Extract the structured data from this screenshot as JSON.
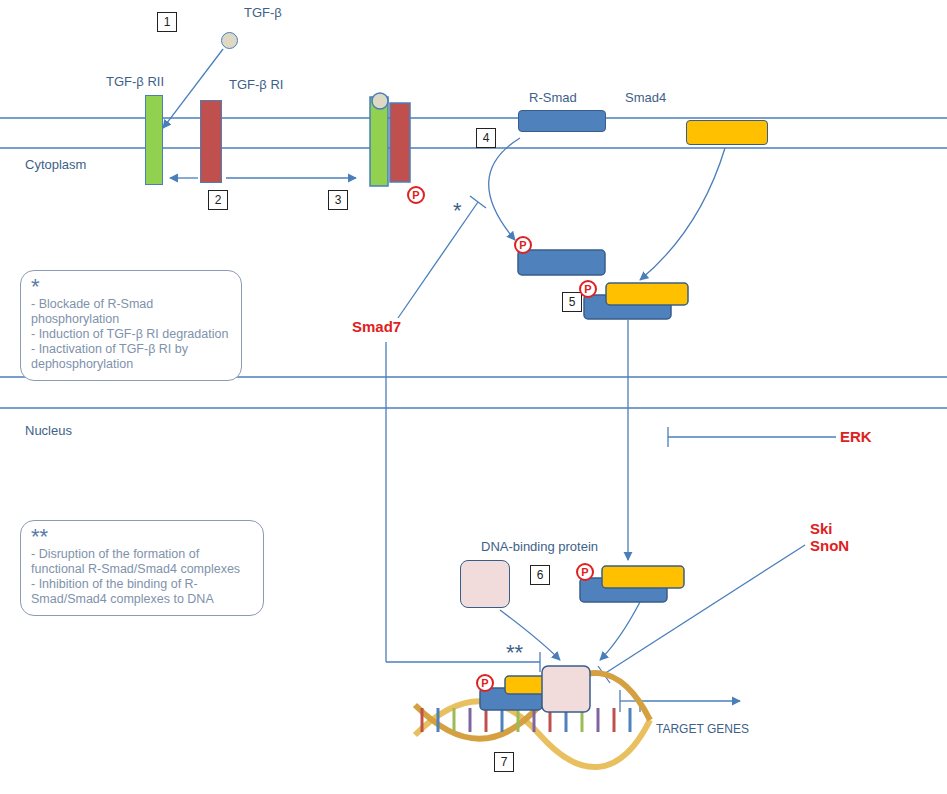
{
  "diagram": {
    "nodes": [
      {
        "text": [
          "TGF-β"
        ]
      },
      {
        "text": [
          "TGF-β RII"
        ]
      },
      {
        "text": [
          "TGF-β RI"
        ]
      },
      {
        "text": [
          "R-Smad"
        ]
      },
      {
        "text": [
          "Smad4"
        ]
      },
      {
        "text": [
          "DNA-binding protein"
        ]
      },
      {
        "text": [
          "*",
          "- Blockade of R-Smad phosphorylation",
          "- Induction of TGF-β RI degradation",
          "- Inactivation of TGF-β RI by dephosphorylation"
        ]
      },
      {
        "text": [
          "**",
          "- Disruption of the formation of functional R-Smad/Smad4 complexes",
          "- Inhibition of the binding of R-Smad/Smad4 complexes to DNA"
        ]
      }
    ],
    "edges": [
      {
        "from": 0,
        "to": 1,
        "arrow": "to"
      }
    ],
    "labels": [
      "1",
      "2",
      "3",
      "4",
      "5",
      "6",
      "7",
      "Cytoplasm",
      "Nucleus",
      "P",
      "P",
      "P",
      "P",
      "P",
      "*",
      "**",
      "Smad7",
      "ERK",
      "Ski SnoN",
      "TARGET GENES"
    ]
  }
}
